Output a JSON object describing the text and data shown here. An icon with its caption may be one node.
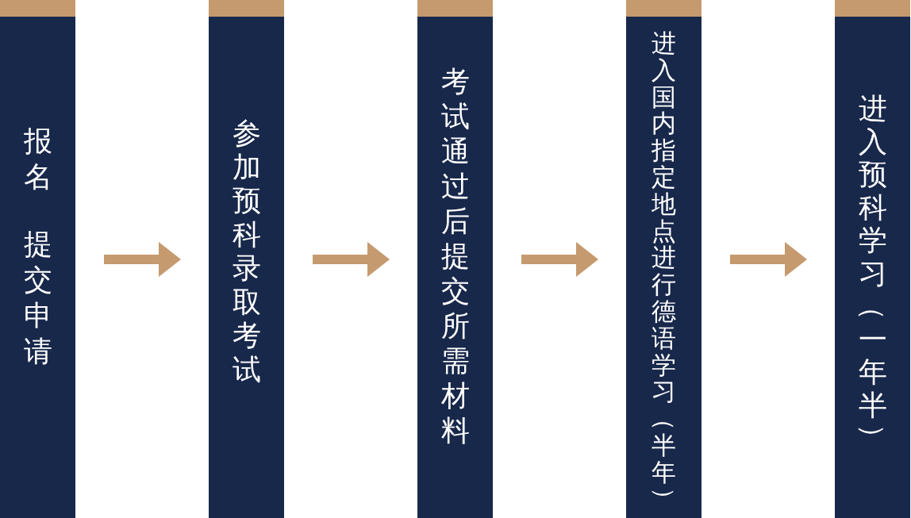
{
  "diagram": {
    "nodes": [
      {
        "text": [
          "报名",
          "提交申请"
        ]
      },
      {
        "text": [
          "参加预科录取考试"
        ]
      },
      {
        "text": [
          "考试通过后提交所需材料"
        ]
      },
      {
        "text": [
          "进入国内指定地点进行德语学习（半年）"
        ]
      },
      {
        "text": [
          "进入预科学习（一年半）"
        ]
      }
    ],
    "edges": [
      {
        "from": 0,
        "to": 1,
        "arrow": "to"
      },
      {
        "from": 1,
        "to": 2,
        "arrow": "to"
      },
      {
        "from": 2,
        "to": 3,
        "arrow": "to"
      },
      {
        "from": 3,
        "to": 4,
        "arrow": "to"
      }
    ]
  }
}
